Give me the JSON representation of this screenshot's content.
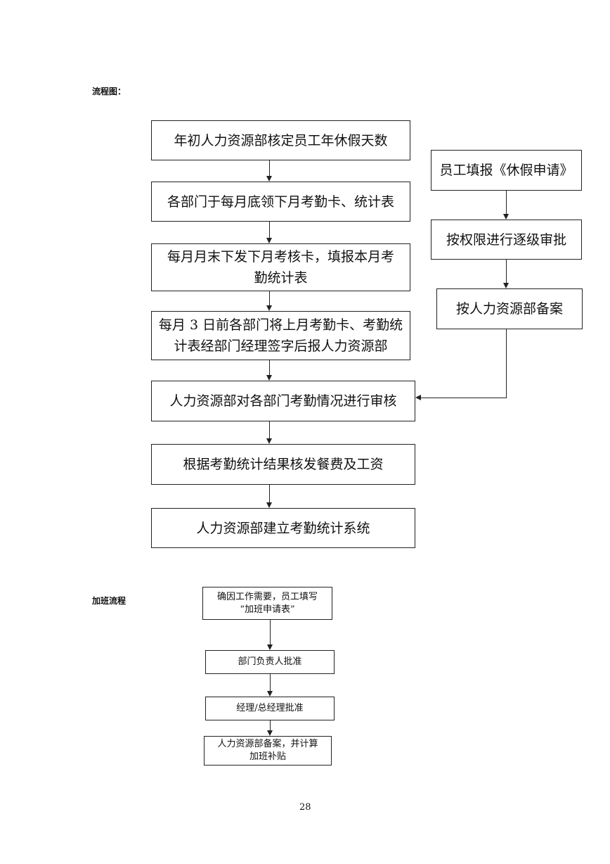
{
  "sections": {
    "flowchart_title": "流程图：",
    "overtime_title": "加班流程"
  },
  "main_flow": [
    "年初人力资源部核定员工年休假天数",
    "各部门于每月底领下月考勤卡、统计表",
    "每月月末下发下月考核卡，填报本月考勤统计表",
    "每月 3 日前各部门将上月考勤卡、考勤统计表经部门经理签字后报人力资源部",
    "人力资源部对各部门考勤情况进行审核",
    "根据考勤统计结果核发餐费及工资",
    "人力资源部建立考勤统计系统"
  ],
  "main_flow_lines": {
    "step3_line2": "勤统计表",
    "step3_line1": "每月月末下发下月考核卡，填报本月考",
    "step4_line1": "每月 3 日前各部门将上月考勤卡、考勤统",
    "step4_line2": "计表经部门经理签字后报人力资源部"
  },
  "leave_flow": [
    "员工填报《休假申请》",
    "按权限进行逐级审批",
    "按人力资源部备案"
  ],
  "overtime_flow": {
    "step1_line1": "确因工作需要，员工填写",
    "step1_line2": "“加班申请表”",
    "step2": "部门负责人批准",
    "step3": "经理/总经理批准",
    "step4_line1": "人力资源部备案，并计算",
    "step4_line2": "加班补贴"
  },
  "page_number": "28"
}
